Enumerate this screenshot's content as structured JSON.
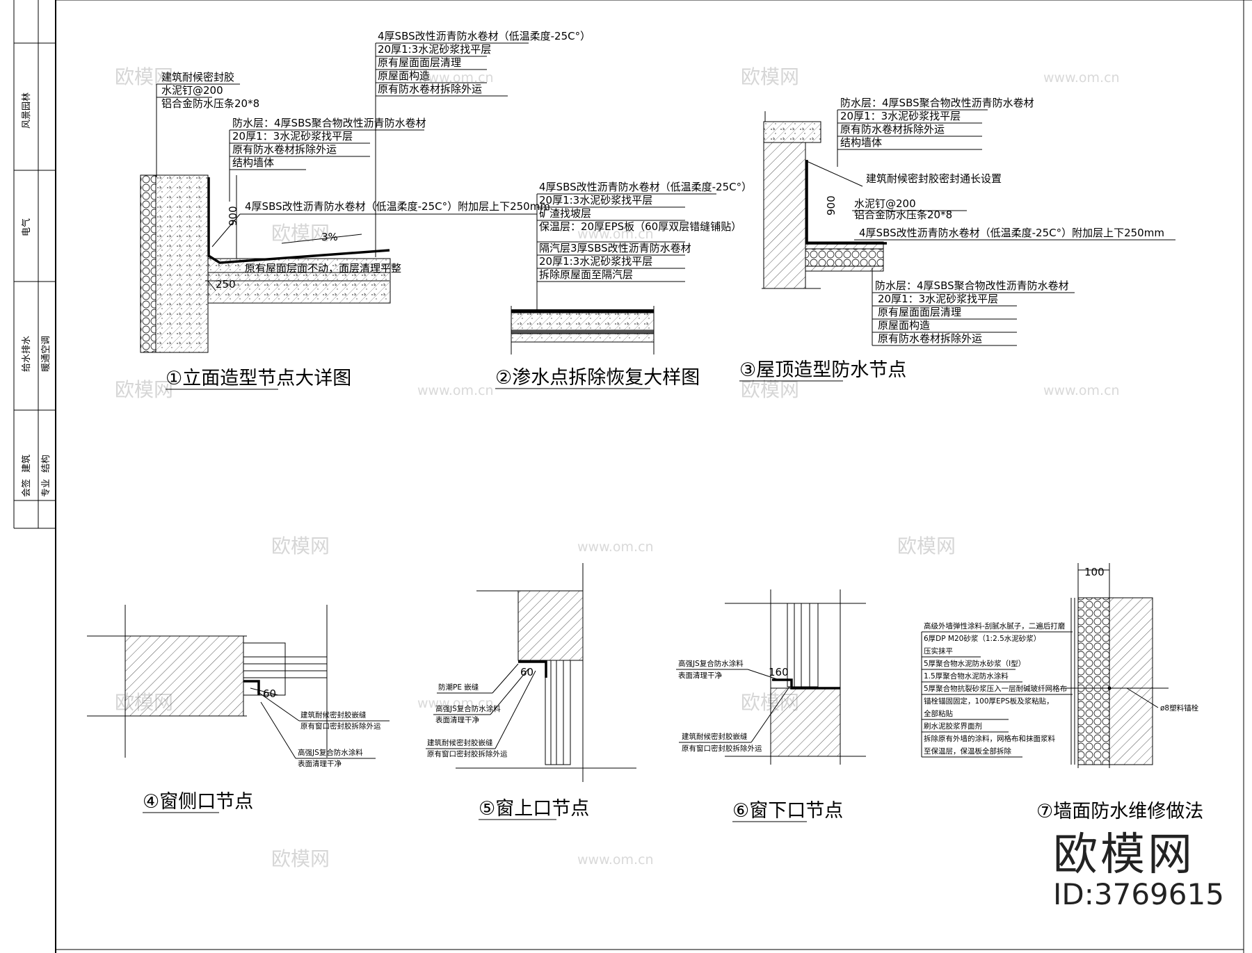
{
  "side_labels": [
    "风景园林",
    "电气",
    "给水排水",
    "暖通空调",
    "会签",
    "专业",
    "建筑",
    "结构"
  ],
  "detail1": {
    "title": "①立面造型节点大详图",
    "top_notes": [
      "4厚SBS改性沥青防水卷材（低温柔度-25C°）",
      "20厚1:3水泥砂浆找平层",
      "原有屋面面层清理",
      "原屋面构造",
      "原有防水卷材拆除外运"
    ],
    "left_notes": [
      "建筑耐候密封胶",
      "水泥钉@200",
      "铝合金防水压条20*8"
    ],
    "mid_notes": [
      "防水层：4厚SBS聚合物改性沥青防水卷材",
      "20厚1：3水泥砂浆找平层",
      "原有防水卷材拆除外运",
      "结构墙体"
    ],
    "membrane_note": "4厚SBS改性沥青防水卷材（低温柔度-25C°）附加层上下250mm",
    "dim_900": "900",
    "slope": "3%",
    "roof_note": "原有屋面层面不动，面层清理平整",
    "dim_250": "250"
  },
  "detail2": {
    "title": "②渗水点拆除恢复大样图",
    "notes": [
      "4厚SBS改性沥青防水卷材（低温柔度-25C°）",
      "20厚1:3水泥砂浆找平层",
      "矿渣找坡层",
      "保温层：20厚EPS板（60厚双层错缝铺贴）",
      "隔汽层3厚SBS改性沥青防水卷材",
      "20厚1:3水泥砂浆找平层",
      "拆除原屋面至隔汽层"
    ]
  },
  "detail3": {
    "title": "③屋顶造型防水节点",
    "top_notes": [
      "防水层：4厚SBS聚合物改性沥青防水卷材",
      "20厚1：3水泥砂浆找平层",
      "原有防水卷材拆除外运",
      "结构墙体"
    ],
    "sealant_note": "建筑耐候密封胶密封通长设置",
    "nail_note": "水泥钉@200",
    "strip_note": "铝合金防水压条20*8",
    "membrane_note": "4厚SBS改性沥青防水卷材（低温柔度-25C°）附加层上下250mm",
    "dim_900": "900",
    "bottom_notes": [
      "防水层：4厚SBS聚合物改性沥青防水卷材",
      "20厚1：3水泥砂浆找平层",
      "原有屋面面层清理",
      "原屋面构造",
      "原有防水卷材拆除外运"
    ]
  },
  "detail4": {
    "title": "④窗侧口节点",
    "dim": "60",
    "notes": [
      "建筑耐候密封胶嵌缝",
      "原有窗口密封胶拆除外运",
      "高强JS复合防水涂料",
      "表面清理干净"
    ]
  },
  "detail5": {
    "title": "⑤窗上口节点",
    "dim": "60",
    "notes": [
      "防潮PE 嵌缝",
      "高强JS复合防水涂料",
      "表面清理干净",
      "建筑耐候密封胶嵌缝",
      "原有窗口密封胶拆除外运"
    ]
  },
  "detail6": {
    "title": "⑥窗下口节点",
    "dim": "160",
    "notes": [
      "高强JS复合防水涂料",
      "表面清理干净",
      "建筑耐候密封胶嵌缝",
      "原有窗口密封胶拆除外运"
    ]
  },
  "detail7": {
    "title": "⑦墙面防水维修做法",
    "dim_top": "100",
    "anchor_note": "ø8塑料锚栓",
    "notes": [
      "高级外墙弹性涂料-刮腻水腻子，二遍后打磨",
      "6厚DP M20砂浆（1:2.5水泥砂浆）",
      "压实抹平",
      "5厚聚合物水泥防水砂浆（I型）",
      "1.5厚聚合物水泥防水涂料",
      "5厚聚合物抗裂砂浆压入一层耐碱玻纤网格布",
      "锚栓锚固固定，100厚EPS板及浆粘贴，",
      "全部粘贴",
      "刷水泥胶浆界面剂",
      "拆除原有外墙的涂料，网格布和抹面浆料",
      "至保温层，保温板全部拆除"
    ]
  },
  "watermark": {
    "brand": "欧模网",
    "url": "www.om.cn",
    "id": "ID:3769615"
  }
}
